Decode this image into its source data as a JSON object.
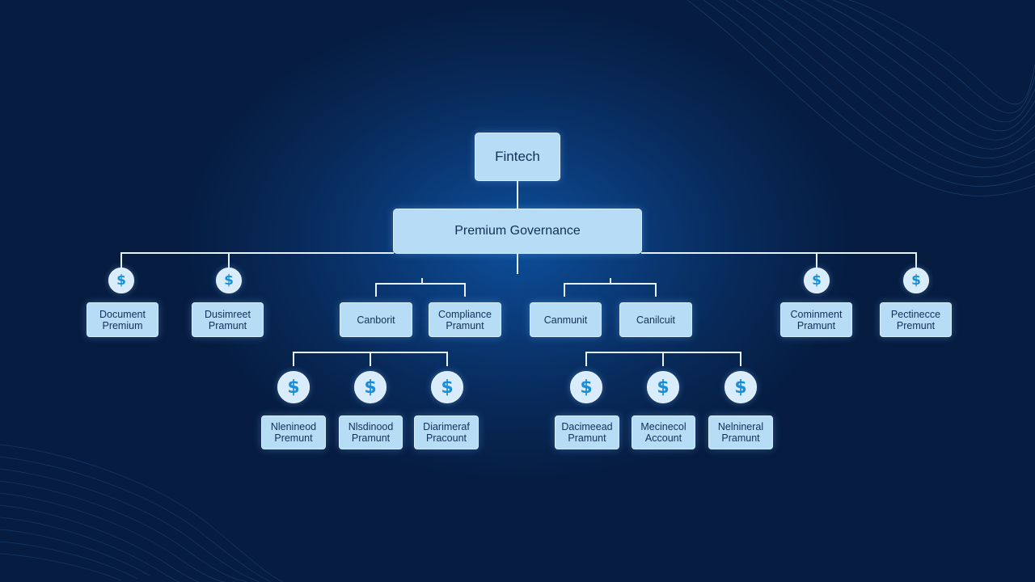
{
  "root": {
    "label": "Fintech"
  },
  "governance": {
    "label": "Premium Governance"
  },
  "top_row": [
    {
      "line1": "Document",
      "line2": "Premium",
      "icon": "dollar-icon"
    },
    {
      "line1": "Dusimreet",
      "line2": "Pramunt",
      "icon": "dollar-icon"
    },
    {
      "line1": "Canborit",
      "line2": ""
    },
    {
      "line1": "Compliance",
      "line2": "Pramunt"
    },
    {
      "line1": "Canmunit",
      "line2": ""
    },
    {
      "line1": "Canilcuit",
      "line2": ""
    },
    {
      "line1": "Cominment",
      "line2": "Pramunt",
      "icon": "dollar-icon"
    },
    {
      "line1": "Pectinecce",
      "line2": "Premunt",
      "icon": "dollar-icon"
    }
  ],
  "left_branch": [
    {
      "line1": "Nlenineod",
      "line2": "Premunt",
      "icon": "dollar-icon"
    },
    {
      "line1": "Nlsdinood",
      "line2": "Pramunt",
      "icon": "dollar-icon"
    },
    {
      "line1": "Diarimeraf",
      "line2": "Pracount",
      "icon": "dollar-icon"
    }
  ],
  "right_branch": [
    {
      "line1": "Dacimeead",
      "line2": "Pramunt",
      "icon": "dollar-icon"
    },
    {
      "line1": "Mecinecol",
      "line2": "Account",
      "icon": "dollar-icon"
    },
    {
      "line1": "Nelnineral",
      "line2": "Pramunt",
      "icon": "dollar-icon"
    }
  ],
  "icon_glyph": "$",
  "colors": {
    "background": "#082a5a",
    "node_fill": "#b7dcf6",
    "node_text": "#12305a",
    "connector": "#e6f2ff",
    "dollar": "#1a8fd8"
  }
}
